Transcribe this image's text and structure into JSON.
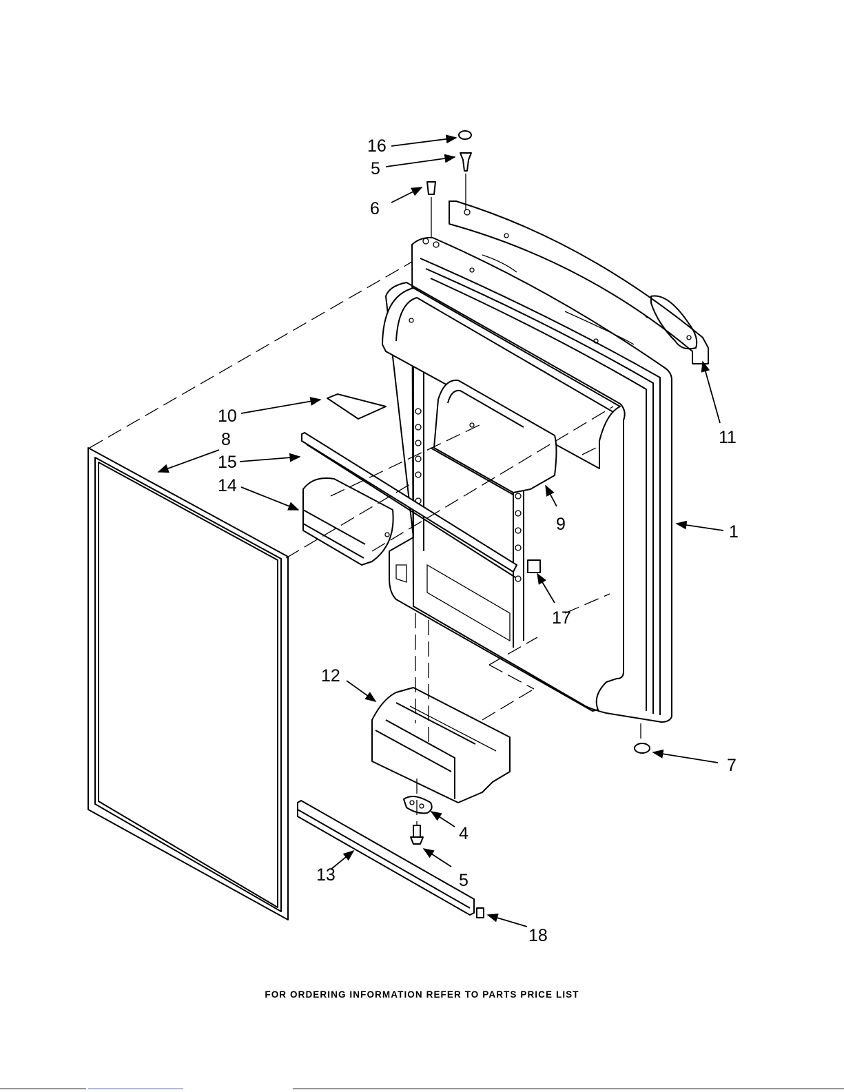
{
  "diagram": {
    "footer_text": "FOR ORDERING INFORMATION REFER TO PARTS PRICE LIST",
    "callouts": {
      "c16": "16",
      "c5_top": "5",
      "c6": "6",
      "c10": "10",
      "c8": "8",
      "c15": "15",
      "c14": "14",
      "c11": "11",
      "c9": "9",
      "c1": "1",
      "c17": "17",
      "c12": "12",
      "c7": "7",
      "c4": "4",
      "c5_bottom": "5",
      "c13": "13",
      "c18": "18"
    }
  }
}
